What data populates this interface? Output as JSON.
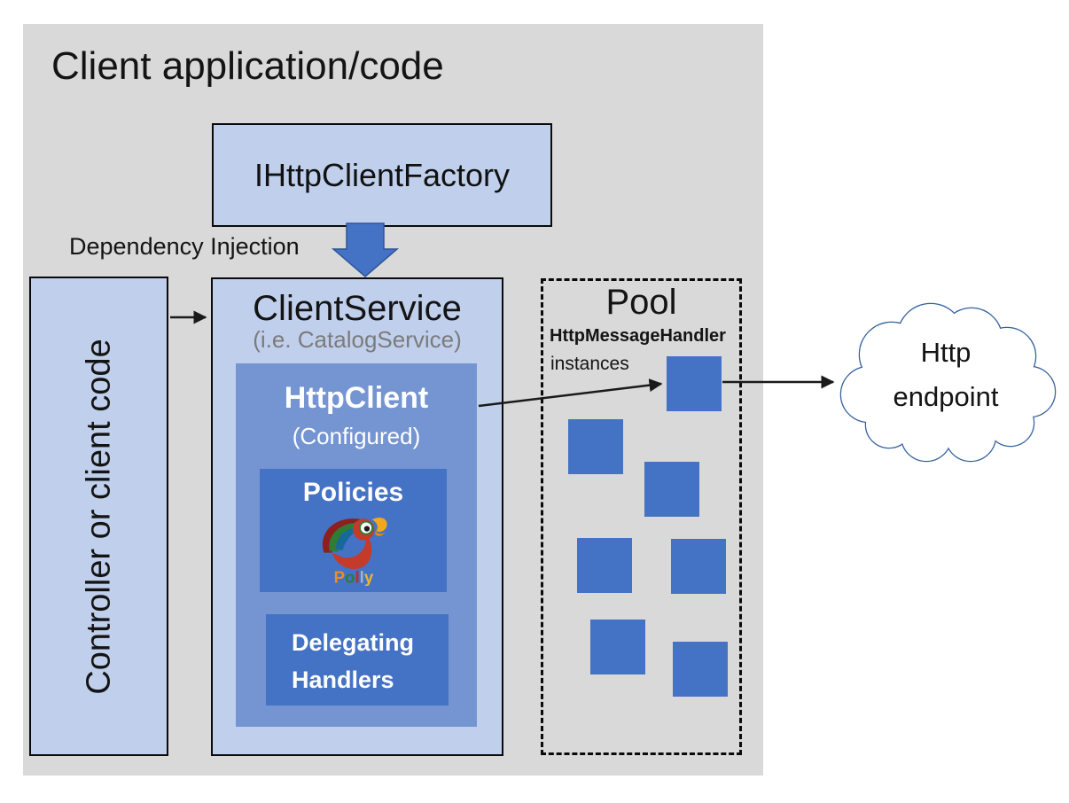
{
  "colors": {
    "panel_bg": "#d9d9d9",
    "box_light_blue": "#c0cfec",
    "box_medium_blue": "#7494d2",
    "box_dark_blue": "#4472c4",
    "arrow_black": "#1a1a1a",
    "cloud_stroke": "#35629e",
    "subtitle_gray": "#7b7b7b"
  },
  "client_app": {
    "title": "Client application/code"
  },
  "factory": {
    "label": "IHttpClientFactory"
  },
  "dependency_injection": {
    "label": "Dependency Injection"
  },
  "controller": {
    "label": "Controller or client code"
  },
  "client_service": {
    "title": "ClientService",
    "subtitle": "(i.e. CatalogService)"
  },
  "http_client": {
    "title": "HttpClient",
    "subtitle": "(Configured)"
  },
  "policies": {
    "label": "Policies",
    "logo_icon": "polly-parrot-icon",
    "logo_letters": [
      "P",
      "o",
      "l",
      "l",
      "y"
    ]
  },
  "delegating_handlers": {
    "line1": "Delegating",
    "line2": "Handlers"
  },
  "pool": {
    "title": "Pool",
    "type_label": "HttpMessageHandler",
    "instances_label": "instances",
    "instances_shown": 7
  },
  "endpoint": {
    "line1": "Http",
    "line2": "endpoint"
  }
}
